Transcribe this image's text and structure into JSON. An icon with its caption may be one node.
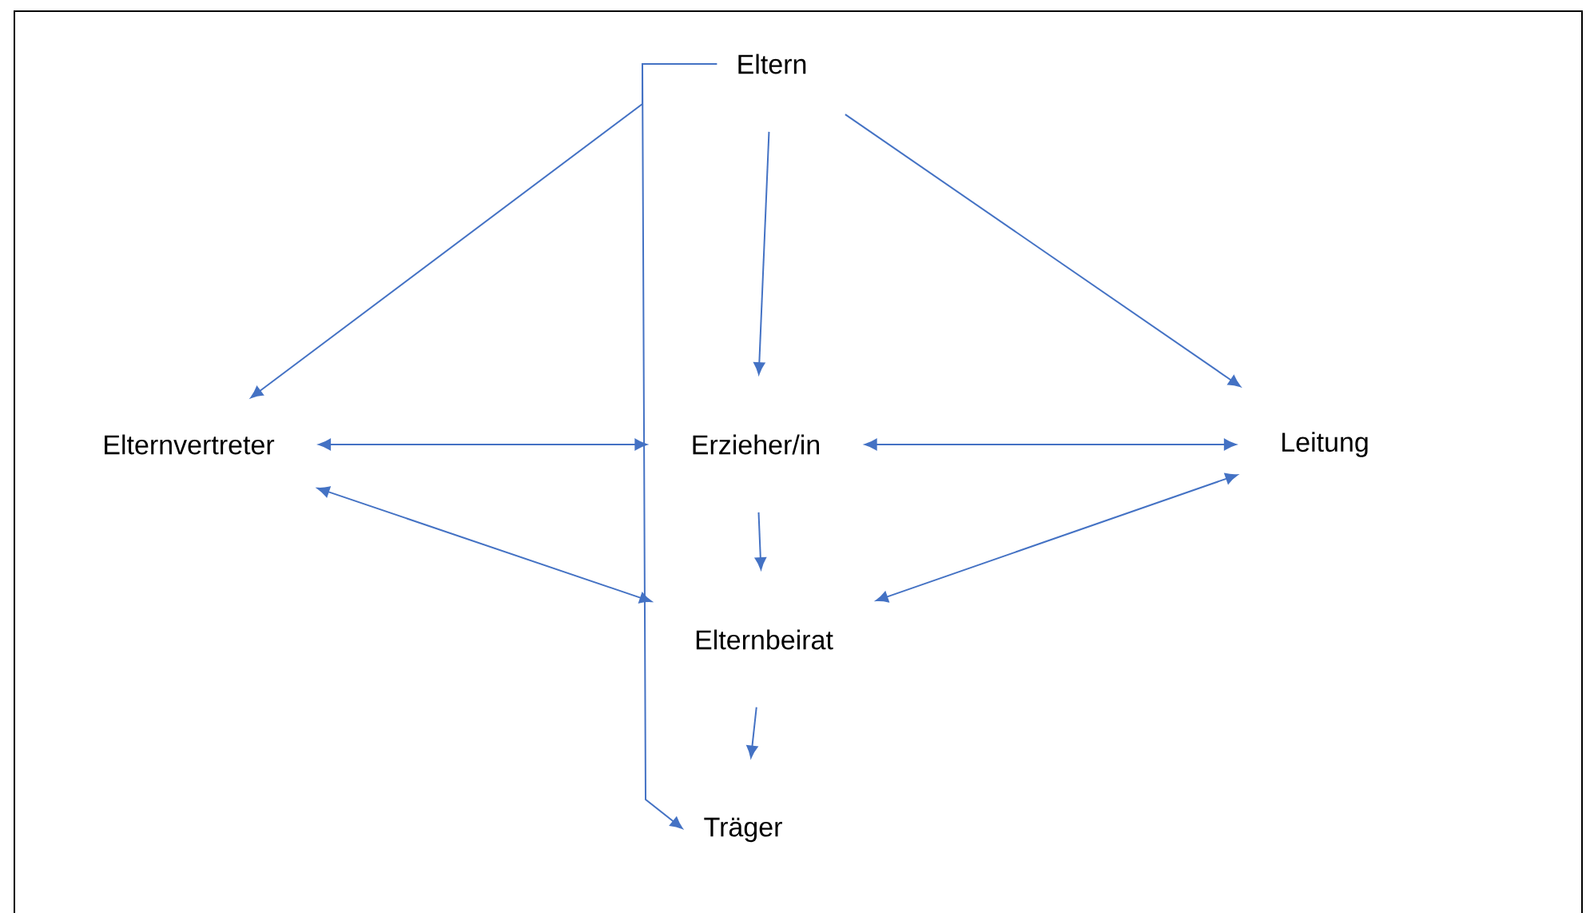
{
  "diagram": {
    "nodes": [
      {
        "text": [
          "Eltern"
        ]
      },
      {
        "text": [
          "Elternvertreter"
        ]
      },
      {
        "text": [
          "Erzieher/in"
        ]
      },
      {
        "text": [
          "Leitung"
        ]
      },
      {
        "text": [
          "Elternbeirat"
        ]
      },
      {
        "text": [
          "Träger"
        ]
      }
    ],
    "edges": [
      {
        "from": 0,
        "to": 1,
        "arrow": "to"
      },
      {
        "from": 0,
        "to": 2,
        "arrow": "to"
      },
      {
        "from": 0,
        "to": 3,
        "arrow": "to"
      },
      {
        "from": 0,
        "to": 5,
        "arrow": "to"
      },
      {
        "from": 1,
        "to": 2,
        "arrow": "both"
      },
      {
        "from": 2,
        "to": 3,
        "arrow": "both"
      },
      {
        "from": 1,
        "to": 4,
        "arrow": "both"
      },
      {
        "from": 2,
        "to": 4,
        "arrow": "to"
      },
      {
        "from": 3,
        "to": 4,
        "arrow": "both"
      },
      {
        "from": 4,
        "to": 5,
        "arrow": "to"
      }
    ]
  }
}
